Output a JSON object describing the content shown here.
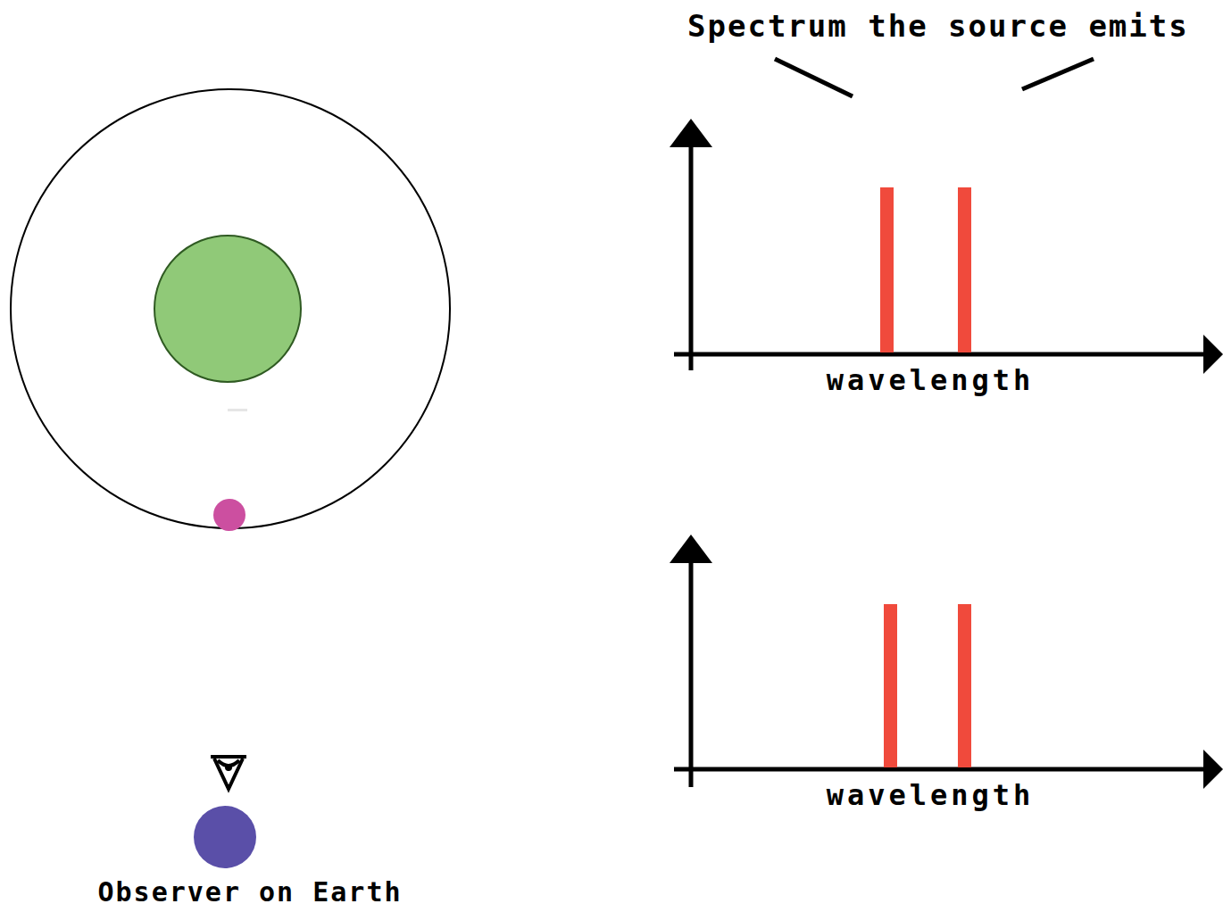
{
  "diagram": {
    "labels": [
      "Spectrum the source emits",
      "wavelength",
      "wavelength",
      "Observer on Earth"
    ]
  }
}
